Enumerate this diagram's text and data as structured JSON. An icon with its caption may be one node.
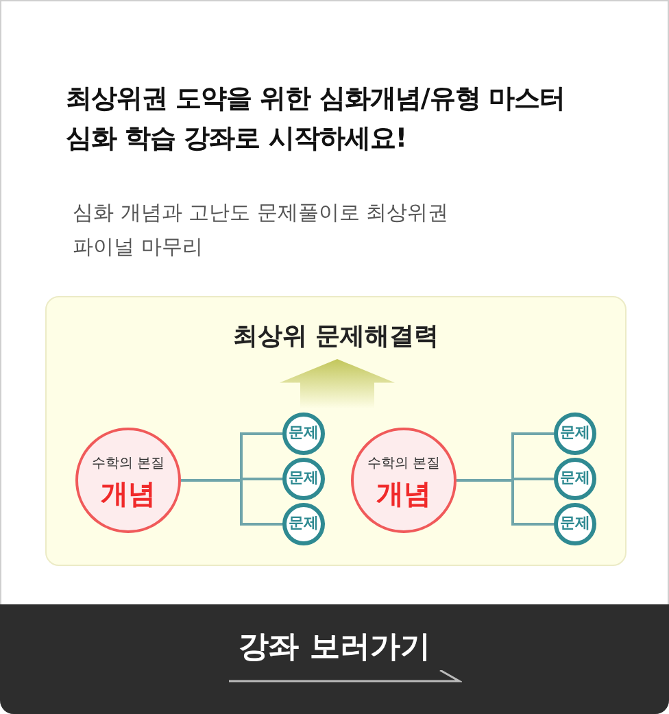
{
  "diagram": {
    "title": "최상위권 도약을 위한 심화개념/유형 마스터 **심화 학습 강좌**로 시작하세요!",
    "nodes": [
      {
        "text": [
          "최상위 문제해결력"
        ]
      },
      {
        "text": [
          "수학의 본질",
          "개념"
        ],
        "in": 0
      },
      {
        "text": [
          "문제"
        ],
        "in": 0
      },
      {
        "text": [
          "문제"
        ],
        "in": 0
      },
      {
        "text": [
          "문제"
        ],
        "in": 0
      },
      {
        "text": [
          "수학의 본질",
          "개념"
        ],
        "in": 0
      },
      {
        "text": [
          "문제"
        ],
        "in": 0
      },
      {
        "text": [
          "문제"
        ],
        "in": 0
      },
      {
        "text": [
          "문제"
        ],
        "in": 0
      }
    ],
    "edges": [
      {
        "from": 1,
        "to": 2,
        "arrow": "none"
      },
      {
        "from": 1,
        "to": 3,
        "arrow": "none"
      },
      {
        "from": 1,
        "to": 4,
        "arrow": "none"
      },
      {
        "from": 5,
        "to": 6,
        "arrow": "none"
      },
      {
        "from": 5,
        "to": 7,
        "arrow": "none"
      },
      {
        "from": 5,
        "to": 8,
        "arrow": "none"
      }
    ],
    "labels": [
      "심화 개념과 고난도 문제풀이로 최상위권 파이널 마무리",
      "강좌 보러가기"
    ]
  }
}
